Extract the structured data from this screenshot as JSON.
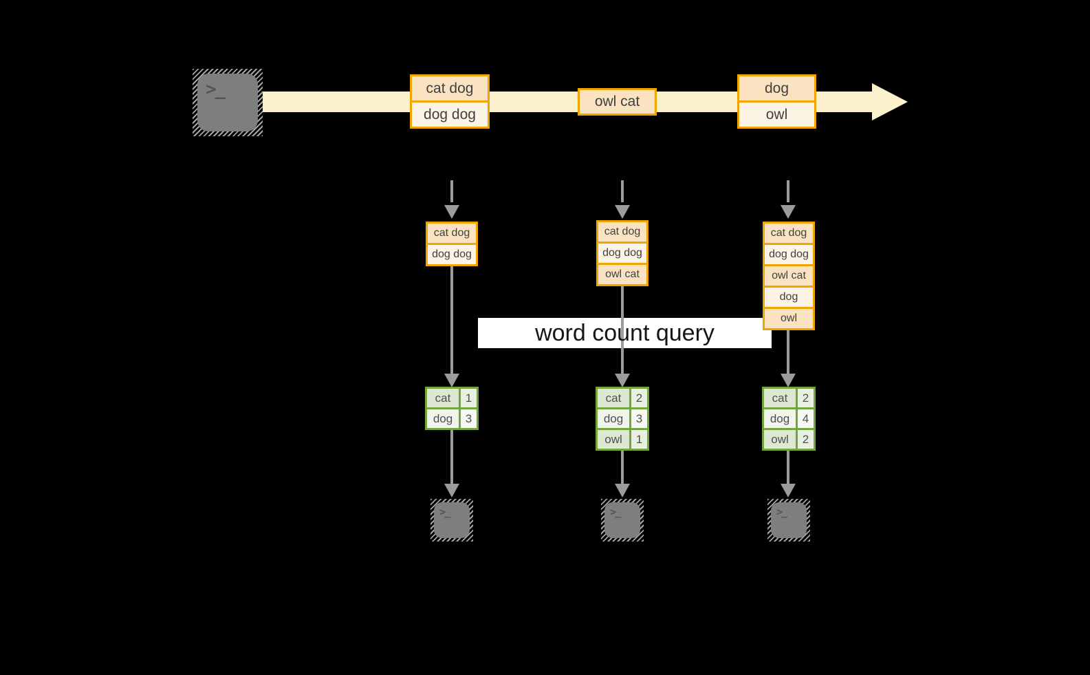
{
  "query_label": "word count query",
  "terminal_glyph": ">_",
  "stream": {
    "batches": [
      {
        "lines": [
          "cat dog",
          "dog dog"
        ]
      },
      {
        "lines": [
          "owl cat"
        ]
      },
      {
        "lines": [
          "dog",
          "owl"
        ]
      }
    ]
  },
  "columns": [
    {
      "micro_batch": [
        "cat dog",
        "dog dog"
      ],
      "word_counts": [
        {
          "word": "cat",
          "count": 1
        },
        {
          "word": "dog",
          "count": 3
        }
      ]
    },
    {
      "micro_batch": [
        "cat dog",
        "dog dog",
        "owl cat"
      ],
      "word_counts": [
        {
          "word": "cat",
          "count": 2
        },
        {
          "word": "dog",
          "count": 3
        },
        {
          "word": "owl",
          "count": 1
        }
      ]
    },
    {
      "micro_batch": [
        "cat dog",
        "dog dog",
        "owl cat",
        "dog",
        "owl"
      ],
      "word_counts": [
        {
          "word": "cat",
          "count": 2
        },
        {
          "word": "dog",
          "count": 4
        },
        {
          "word": "owl",
          "count": 2
        }
      ]
    }
  ],
  "colors": {
    "background": "#000000",
    "stream_arrow": "#FBF1CD",
    "box_border_orange": "#F0A502",
    "box_fill_peach": "#FBE3C2",
    "box_fill_cream": "#FDF4E6",
    "table_border_green": "#74A53C",
    "table_fill_green": "#DCE8D2",
    "table_fill_light": "#F0F5EC",
    "arrow_gray": "#9B9B9B",
    "terminal_gray": "#7E7E7E",
    "query_box_bg": "#FFFFFF",
    "text_dark": "#3F3F3F"
  }
}
